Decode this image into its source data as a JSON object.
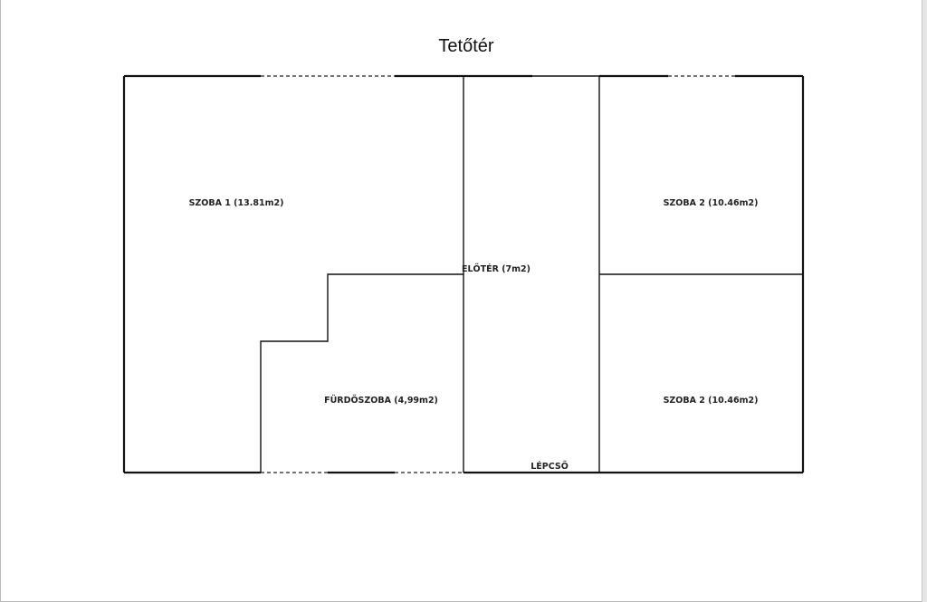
{
  "title": "Tetőtér",
  "rooms": [
    {
      "id": "szoba1",
      "label": "SZOBA 1 (13.81m2)"
    },
    {
      "id": "eloter",
      "label": "ELŐTÉR (7m2)"
    },
    {
      "id": "szoba2-top",
      "label": "SZOBA 2 (10.46m2)"
    },
    {
      "id": "szoba2-bottom",
      "label": "SZOBA 2 (10.46m2)"
    },
    {
      "id": "furdoszoba",
      "label": "FÜRDŐSZOBA (4,99m2)"
    },
    {
      "id": "lepcso",
      "label": "LÉPCSŐ"
    }
  ]
}
